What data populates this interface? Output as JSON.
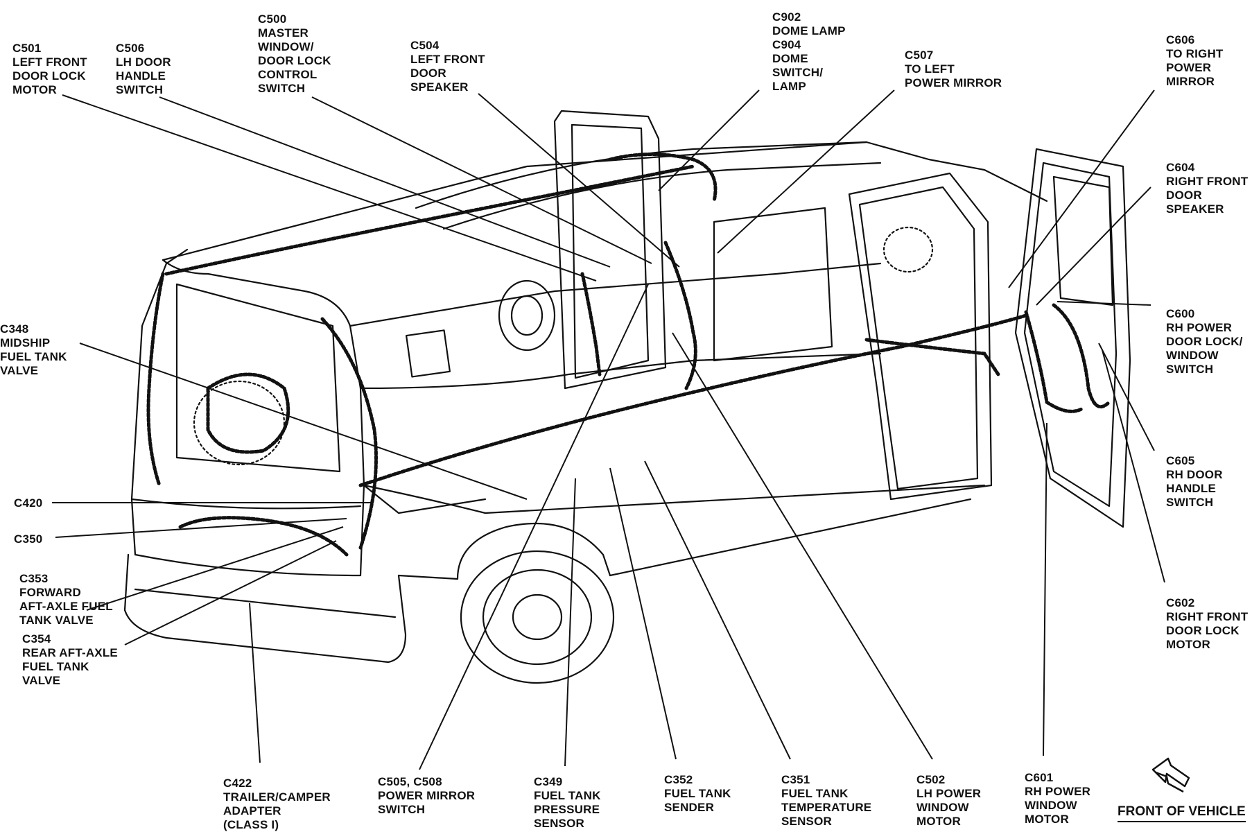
{
  "callouts": [
    {
      "id": "c501",
      "lines": [
        "C501",
        "LEFT FRONT",
        "DOOR LOCK",
        "MOTOR"
      ]
    },
    {
      "id": "c506",
      "lines": [
        "C506",
        "LH DOOR",
        "HANDLE",
        "SWITCH"
      ]
    },
    {
      "id": "c500",
      "lines": [
        "C500",
        "MASTER",
        "WINDOW/",
        "DOOR LOCK",
        "CONTROL",
        "SWITCH"
      ]
    },
    {
      "id": "c504",
      "lines": [
        "C504",
        "LEFT FRONT",
        "DOOR",
        "SPEAKER"
      ]
    },
    {
      "id": "c902",
      "lines": [
        "C902",
        "DOME LAMP",
        "C904",
        "DOME",
        "SWITCH/",
        "LAMP"
      ]
    },
    {
      "id": "c507",
      "lines": [
        "C507",
        "TO LEFT",
        "POWER MIRROR"
      ]
    },
    {
      "id": "c606",
      "lines": [
        "C606",
        "TO RIGHT",
        "POWER",
        "MIRROR"
      ]
    },
    {
      "id": "c604",
      "lines": [
        "C604",
        "RIGHT FRONT",
        "DOOR",
        "SPEAKER"
      ]
    },
    {
      "id": "c600",
      "lines": [
        "C600",
        "RH POWER",
        "DOOR LOCK/",
        "WINDOW",
        "SWITCH"
      ]
    },
    {
      "id": "c605",
      "lines": [
        "C605",
        "RH DOOR",
        "HANDLE",
        "SWITCH"
      ]
    },
    {
      "id": "c602",
      "lines": [
        "C602",
        "RIGHT FRONT",
        "DOOR LOCK",
        "MOTOR"
      ]
    },
    {
      "id": "c348",
      "lines": [
        "C348",
        "MIDSHIP",
        "FUEL TANK",
        "VALVE"
      ]
    },
    {
      "id": "c420",
      "lines": [
        "C420"
      ]
    },
    {
      "id": "c350",
      "lines": [
        "C350"
      ]
    },
    {
      "id": "c353",
      "lines": [
        "C353",
        "FORWARD",
        "AFT-AXLE FUEL",
        "TANK VALVE"
      ]
    },
    {
      "id": "c354",
      "lines": [
        "C354",
        "REAR AFT-AXLE",
        "FUEL TANK",
        "VALVE"
      ]
    },
    {
      "id": "c422",
      "lines": [
        "C422",
        "TRAILER/CAMPER",
        "ADAPTER",
        "(CLASS I)"
      ]
    },
    {
      "id": "c505",
      "lines": [
        "C505, C508",
        "POWER MIRROR",
        "SWITCH"
      ]
    },
    {
      "id": "c349",
      "lines": [
        "C349",
        "FUEL TANK",
        "PRESSURE",
        "SENSOR"
      ]
    },
    {
      "id": "c352",
      "lines": [
        "C352",
        "FUEL TANK",
        "SENDER"
      ]
    },
    {
      "id": "c351",
      "lines": [
        "C351",
        "FUEL TANK",
        "TEMPERATURE",
        "SENSOR"
      ]
    },
    {
      "id": "c502",
      "lines": [
        "C502",
        "LH POWER",
        "WINDOW",
        "MOTOR"
      ]
    },
    {
      "id": "c601",
      "lines": [
        "C601",
        "RH POWER",
        "WINDOW",
        "MOTOR"
      ]
    }
  ],
  "front_label": "FRONT OF VEHICLE"
}
